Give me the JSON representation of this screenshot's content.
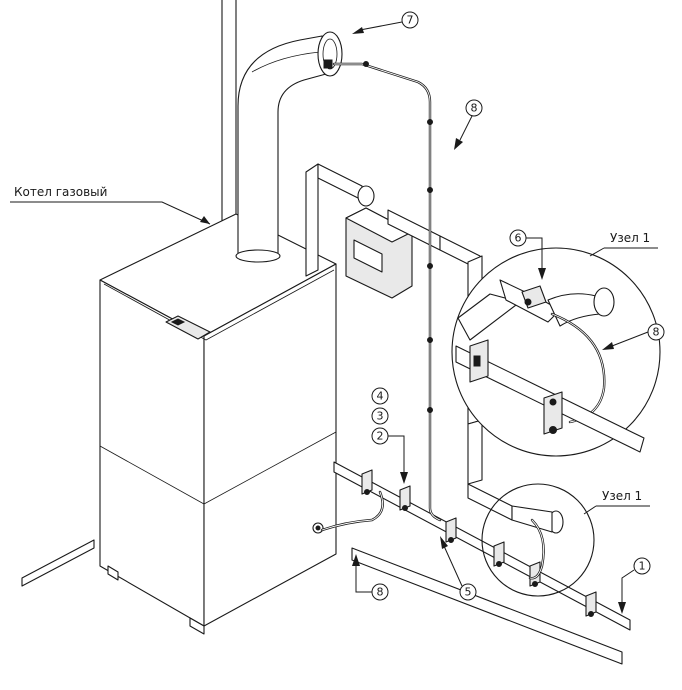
{
  "labels": {
    "boiler": "Котел газовый",
    "node_top": "Узел 1",
    "node_bottom": "Узел 1"
  },
  "callouts": {
    "c1": "1",
    "c2": "2",
    "c3": "3",
    "c4": "4",
    "c5": "5",
    "c6": "6",
    "c7": "7",
    "c8_top": "8",
    "c8_detail": "8",
    "c8_bottom": "8"
  },
  "colors": {
    "line": "#1a1a1a",
    "fill": "#ffffff",
    "shade": "#e9e9e9"
  }
}
